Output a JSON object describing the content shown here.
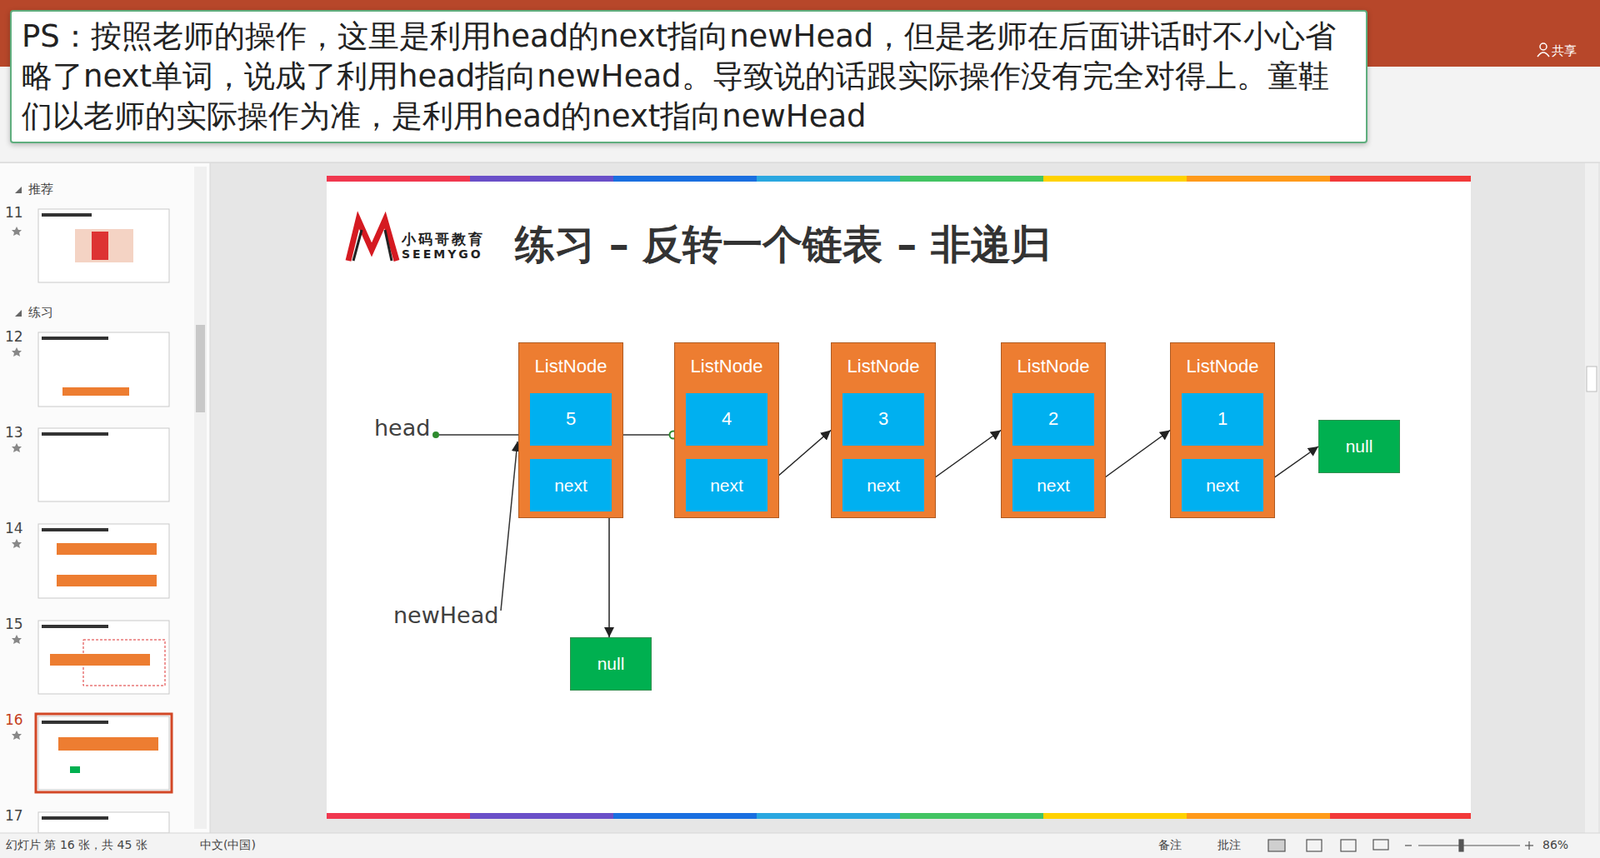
{
  "diagram": {
    "title": "练习 – 反转一个链表 – 非递归",
    "nodes": [
      {
        "text": [
          "ListNode"
        ]
      },
      {
        "text": [
          "5"
        ],
        "in": 0
      },
      {
        "text": [
          "next"
        ],
        "in": 0
      },
      {
        "text": [
          "ListNode"
        ]
      },
      {
        "text": [
          "4"
        ],
        "in": 3
      },
      {
        "text": [
          "next"
        ],
        "in": 3
      },
      {
        "text": [
          "ListNode"
        ]
      },
      {
        "text": [
          "3"
        ],
        "in": 6
      },
      {
        "text": [
          "next"
        ],
        "in": 6
      },
      {
        "text": [
          "ListNode"
        ]
      },
      {
        "text": [
          "2"
        ],
        "in": 9
      },
      {
        "text": [
          "next"
        ],
        "in": 9
      },
      {
        "text": [
          "ListNode"
        ]
      },
      {
        "text": [
          "1"
        ],
        "in": 12
      },
      {
        "text": [
          "next"
        ],
        "in": 12
      },
      {
        "text": [
          "null"
        ]
      },
      {
        "text": [
          "null"
        ]
      }
    ],
    "edges": [
      {
        "from": 2,
        "to": 16,
        "arrow": "to"
      },
      {
        "from": 5,
        "to": 6,
        "arrow": "to"
      },
      {
        "from": 8,
        "to": 9,
        "arrow": "to"
      },
      {
        "from": 11,
        "to": 12,
        "arrow": "to"
      },
      {
        "from": 14,
        "to": 15,
        "arrow": "to"
      }
    ],
    "labels": [
      "PS：按照老师的操作，这里是利用head的next指向newHead，但是老师在后面讲话时不小心省略了next单词，说成了利用head指向newHead。导致说的话跟实际操作没有完全对得上。童鞋们以老师的实际操作为准，是利用head的next指向newHead",
      "head",
      "newHead",
      "小码哥教育",
      "SEEMYGO",
      "共享",
      "推荐",
      "11",
      "练习",
      "12",
      "13",
      "14",
      "15",
      "16",
      "17",
      "幻灯片 第 16 张，共 45 张",
      "中文(中国)",
      "备注",
      "批注",
      "86%"
    ]
  }
}
